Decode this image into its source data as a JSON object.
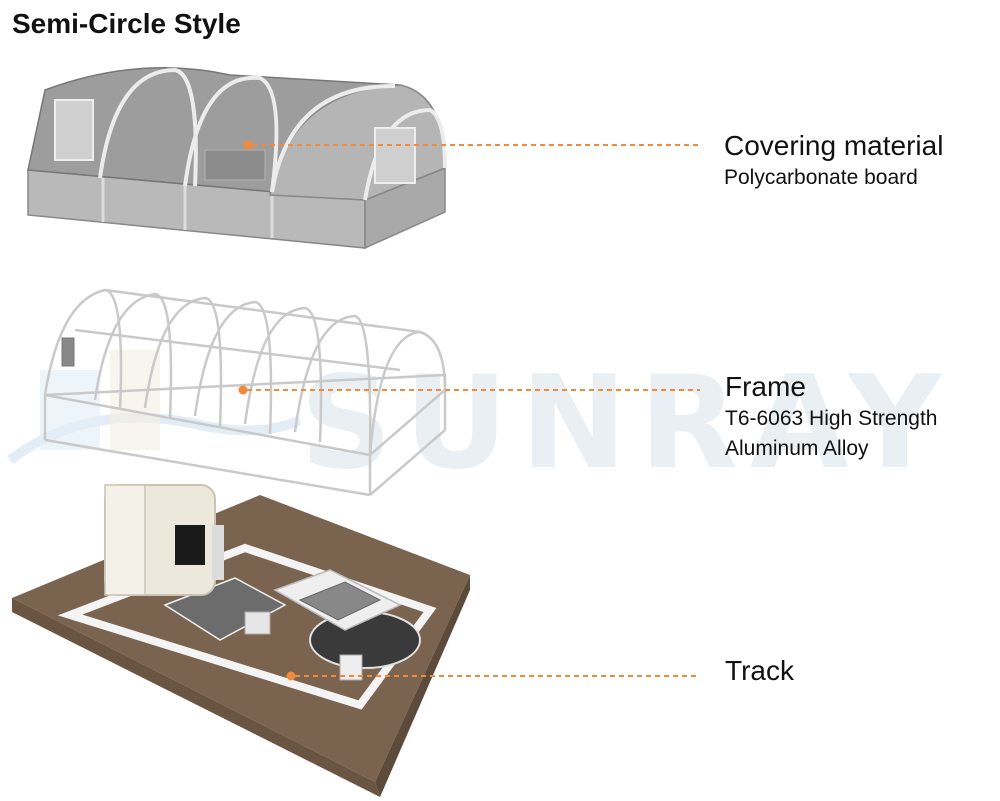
{
  "title": "Semi-Circle Style",
  "watermark": "SUNRAY",
  "callouts": [
    {
      "label": "Covering material",
      "sub": [
        "Polycarbonate board"
      ]
    },
    {
      "label": "Frame",
      "sub": [
        "T6-6063 High Strength",
        "Aluminum Alloy"
      ]
    },
    {
      "label": "Track",
      "sub": []
    }
  ],
  "colors": {
    "leader": "#f08a3c",
    "deck": "#7a6450",
    "text": "#111111"
  }
}
